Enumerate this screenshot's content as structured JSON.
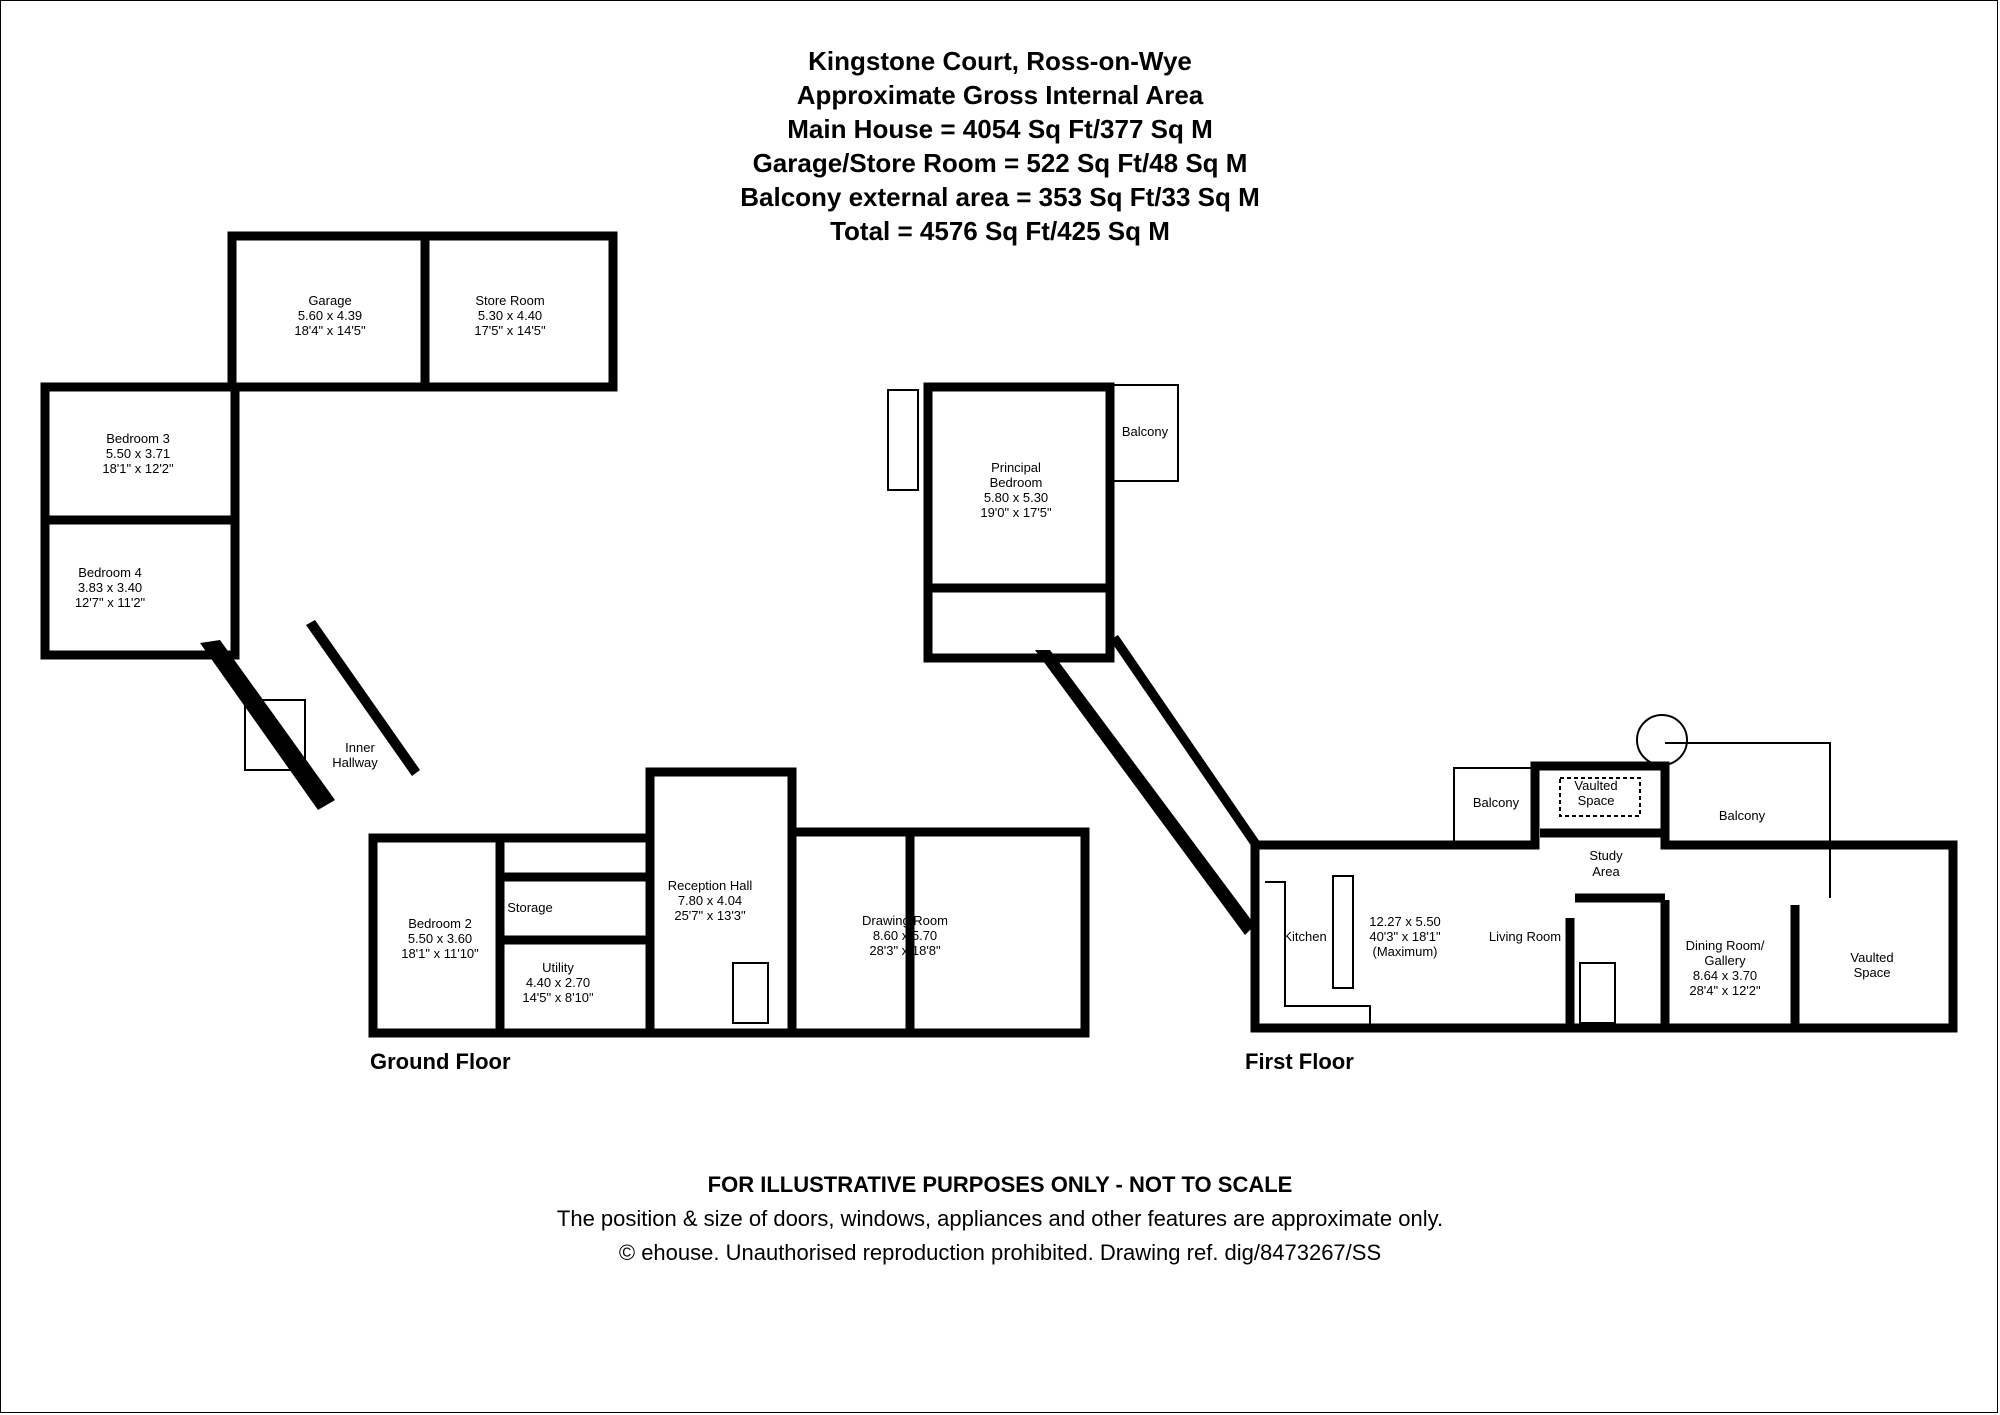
{
  "header": {
    "title": "Kingstone Court, Ross-on-Wye",
    "line1": "Approximate Gross Internal Area",
    "line2": "Main House = 4054 Sq Ft/377 Sq M",
    "line3": "Garage/Store Room = 522 Sq Ft/48 Sq M",
    "line4": "Balcony external area = 353 Sq Ft/33 Sq M",
    "line5": "Total = 4576 Sq Ft/425 Sq M"
  },
  "floors": {
    "ground": "Ground Floor",
    "first": "First Floor"
  },
  "rooms": {
    "garage": {
      "name": "Garage",
      "metric": "5.60 x 4.39",
      "imperial": "18'4\" x 14'5\""
    },
    "store": {
      "name": "Store Room",
      "metric": "5.30 x 4.40",
      "imperial": "17'5\" x 14'5\""
    },
    "bed3": {
      "name": "Bedroom 3",
      "metric": "5.50 x 3.71",
      "imperial": "18'1\" x 12'2\""
    },
    "bed4": {
      "name": "Bedroom 4",
      "metric": "3.83 x 3.40",
      "imperial": "12'7\" x 11'2\""
    },
    "inner": {
      "name1": "Inner",
      "name2": "Hallway"
    },
    "bed2": {
      "name": "Bedroom 2",
      "metric": "5.50 x 3.60",
      "imperial": "18'1\" x 11'10\""
    },
    "storage": {
      "name": "Storage"
    },
    "utility": {
      "name": "Utility",
      "metric": "4.40 x 2.70",
      "imperial": "14'5\" x 8'10\""
    },
    "reception": {
      "name": "Reception Hall",
      "metric": "7.80 x 4.04",
      "imperial": "25'7\" x 13'3\""
    },
    "drawing": {
      "name": "Drawing Room",
      "metric": "8.60 x 5.70",
      "imperial": "28'3\" x 18'8\""
    },
    "principal": {
      "name1": "Principal",
      "name2": "Bedroom",
      "metric": "5.80 x 5.30",
      "imperial": "19'0\" x 17'5\""
    },
    "balcony1": {
      "name": "Balcony"
    },
    "balcony2": {
      "name": "Balcony"
    },
    "balcony3": {
      "name": "Balcony"
    },
    "vaulted1": {
      "name1": "Vaulted",
      "name2": "Space"
    },
    "study": {
      "name1": "Study",
      "name2": "Area"
    },
    "kitchen": {
      "name": "Kitchen"
    },
    "living": {
      "metric": "12.27 x 5.50",
      "imperial": "40'3\" x 18'1\"",
      "note": "(Maximum)",
      "name": "Living Room"
    },
    "dining": {
      "name1": "Dining Room/",
      "name2": "Gallery",
      "metric": "8.64 x 3.70",
      "imperial": "28'4\" x 12'2\""
    },
    "vaulted2": {
      "name1": "Vaulted",
      "name2": "Space"
    }
  },
  "footer": {
    "disclaimer": "FOR ILLUSTRATIVE PURPOSES ONLY - NOT TO SCALE",
    "note": "The position & size of doors, windows, appliances and other features are approximate only.",
    "copyright": "© ehouse. Unauthorised reproduction prohibited. Drawing ref. dig/8473267/SS"
  }
}
